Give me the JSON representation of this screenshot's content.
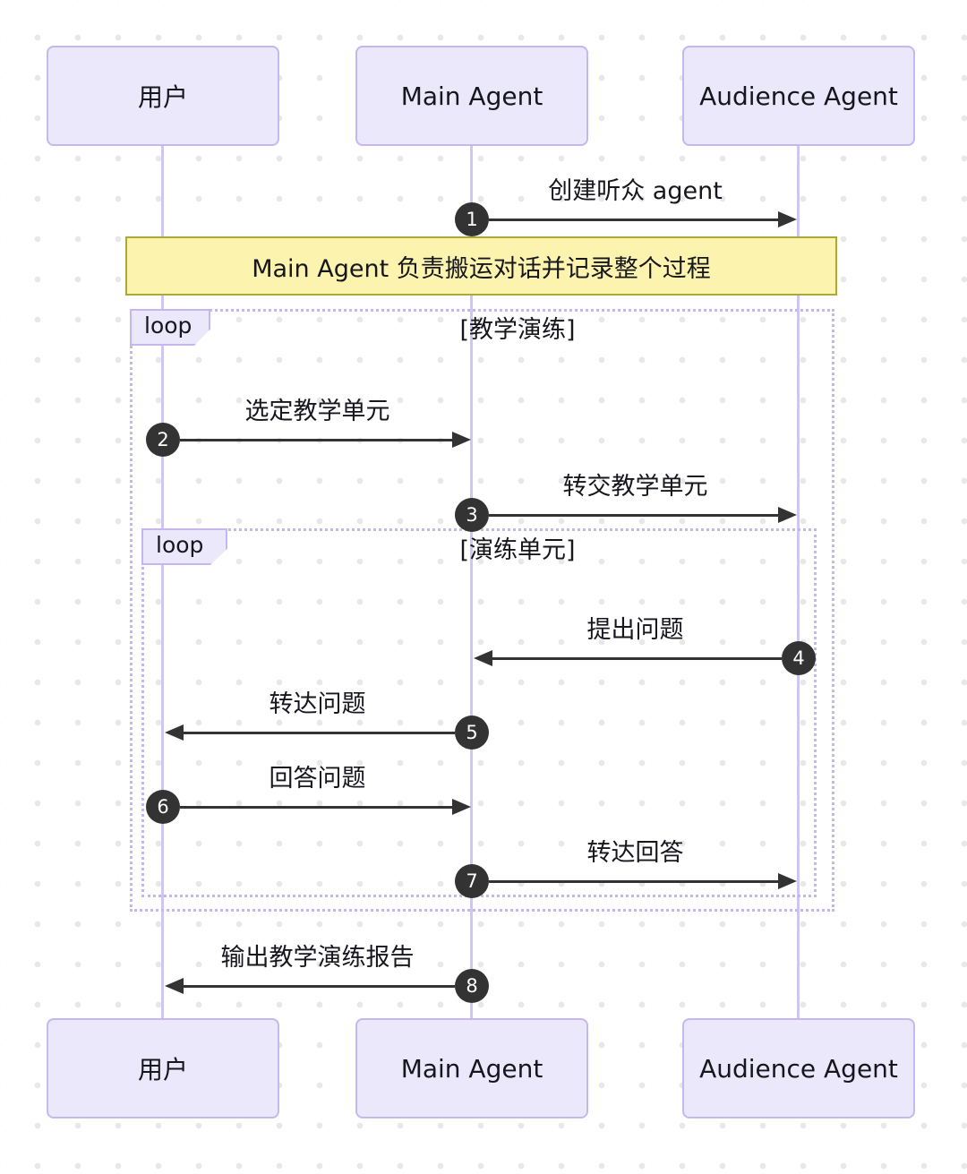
{
  "diagram": {
    "type": "sequence-diagram",
    "actors": [
      {
        "name": "用户"
      },
      {
        "name": "Main Agent"
      },
      {
        "name": "Audience Agent"
      }
    ],
    "note": {
      "text": "Main Agent 负责搬运对话并记录整个过程"
    },
    "loops": [
      {
        "label": "loop",
        "title": "[教学演练]"
      },
      {
        "label": "loop",
        "title": "[演练单元]"
      }
    ],
    "messages": [
      {
        "num": "1",
        "text": "创建听众 agent",
        "from": "Main Agent",
        "to": "Audience Agent",
        "direction": "right"
      },
      {
        "num": "2",
        "text": "选定教学单元",
        "from": "用户",
        "to": "Main Agent",
        "direction": "right"
      },
      {
        "num": "3",
        "text": "转交教学单元",
        "from": "Main Agent",
        "to": "Audience Agent",
        "direction": "right"
      },
      {
        "num": "4",
        "text": "提出问题",
        "from": "Audience Agent",
        "to": "Main Agent",
        "direction": "left"
      },
      {
        "num": "5",
        "text": "转达问题",
        "from": "Main Agent",
        "to": "用户",
        "direction": "left"
      },
      {
        "num": "6",
        "text": "回答问题",
        "from": "用户",
        "to": "Main Agent",
        "direction": "right"
      },
      {
        "num": "7",
        "text": "转达回答",
        "from": "Main Agent",
        "to": "Audience Agent",
        "direction": "right"
      },
      {
        "num": "8",
        "text": "输出教学演练报告",
        "from": "Main Agent",
        "to": "用户",
        "direction": "left"
      }
    ],
    "colors": {
      "actor_fill": "#eae8fa",
      "actor_border": "#c5b8ed",
      "lifeline": "#cfc6f1",
      "note_fill": "#fbf3ae",
      "note_border": "#a9a938",
      "loop_border": "#c5b6ef",
      "arrow": "#333333",
      "number_circle": "#333333",
      "background_dot": "#e8e8e8"
    }
  }
}
